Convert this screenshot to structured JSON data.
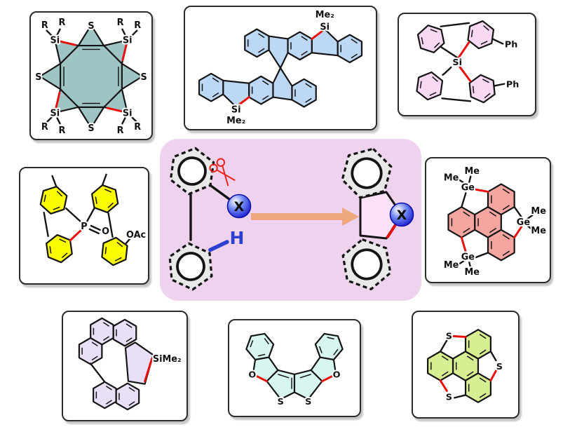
{
  "palette": {
    "accent_red": "#e8100c",
    "box_border": "#2b2b2b",
    "panel_bg": "#eed2ee",
    "arrow_orange": "#efa87d",
    "x_sphere_blue": "#1212c9",
    "h_blue": "#2b3fd0",
    "macrocycle_teal": "#9ec5c4",
    "spiro_blue": "#bdd8f4",
    "silafluorene_pink": "#f8d8f3",
    "phosphole_yellow": "#fcfc00",
    "germanene_salmon": "#f5a5a0",
    "helicene_lavender": "#e9e0f8",
    "furan_cyan": "#d8f6f0",
    "sumanene_green": "#d7ee92",
    "aryl_gray": "#e9e9e9",
    "product_ring_pink": "#fbe2f9"
  },
  "scheme": {
    "x_label": "X",
    "h_label": "H"
  },
  "molecules": {
    "macrocycle": {
      "s": "S",
      "si": "Si",
      "r": "R"
    },
    "spirodisilafluorene": {
      "si": "Si",
      "me2": "Me₂"
    },
    "silafluorene_ph": {
      "si": "Si",
      "ph": "Ph"
    },
    "phosphole_oxide": {
      "p": "P",
      "o": "O",
      "oac": "OAc"
    },
    "trigermasumanene": {
      "ge": "Ge",
      "me": "Me"
    },
    "silahelicene": {
      "sime2": "SiMe₂"
    },
    "benzofurothienothiophene": {
      "o": "O",
      "s": "S"
    },
    "trithiasumanene": {
      "s": "S"
    }
  }
}
